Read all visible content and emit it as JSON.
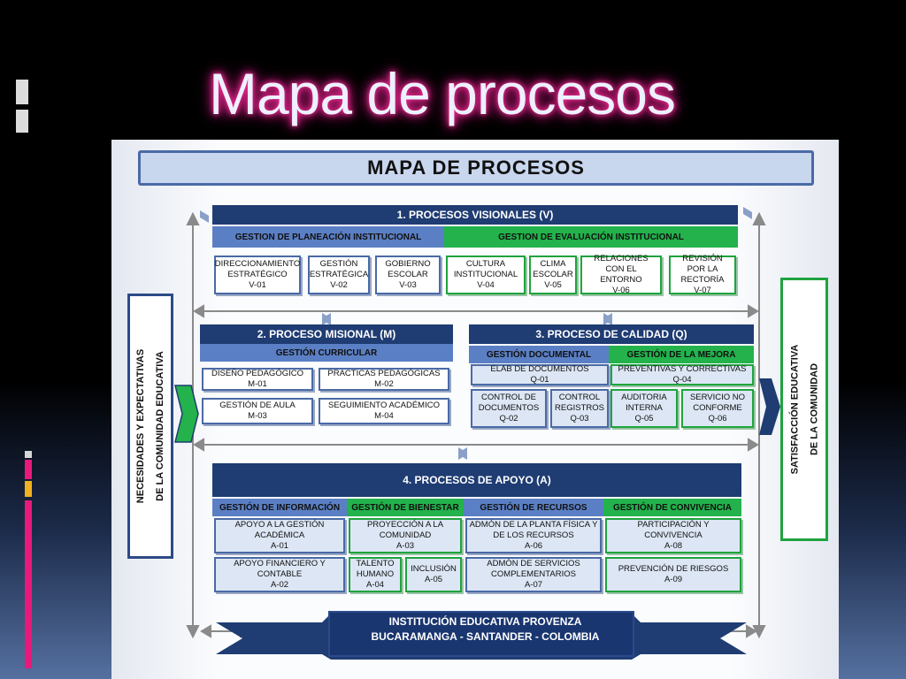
{
  "slide": {
    "title": "Mapa de procesos"
  },
  "diagram": {
    "title": "MAPA DE PROCESOS",
    "left_side": {
      "line1": "NECESIDADES     Y     EXPECTATIVAS",
      "line2": "DE   LA   COMUNIDAD   EDUCATIVA"
    },
    "right_side": {
      "line1": "SATISFACCIÓN     EDUCATIVA",
      "line2": "DE    LA    COMUNIDAD"
    },
    "visionales": {
      "header": "1.  PROCESOS VISIONALES  (V)",
      "sub_planeacion": "GESTION   DE PLANEACIÓN  INSTITUCIONAL",
      "sub_evaluacion": "GESTION   DE EVALUACIÓN   INSTITUCIONAL",
      "items": [
        {
          "name": "DIRECCIONAMIENTO ESTRATÉGICO",
          "code": "V-01"
        },
        {
          "name": "GESTIÓN ESTRATÉGICA",
          "code": "V-02"
        },
        {
          "name": "GOBIERNO ESCOLAR",
          "code": "V-03"
        },
        {
          "name": "CULTURA INSTITUCIONAL",
          "code": "V-04"
        },
        {
          "name": "CLIMA ESCOLAR",
          "code": "V-05"
        },
        {
          "name": "RELACIONES  CON EL ENTORNO",
          "code": "V-06"
        },
        {
          "name": "REVISIÓN POR LA RECTORÍA",
          "code": "V-07"
        }
      ]
    },
    "misional": {
      "header": "2. PROCESO MISIONAL  (M)",
      "sub": "GESTIÓN  CURRICULAR",
      "items": [
        {
          "name": "DISEÑO PEDAGÓGICO",
          "code": "M-01"
        },
        {
          "name": "PRACTICAS PEDAGÓGICAS",
          "code": "M-02"
        },
        {
          "name": "GESTIÓN  DE AULA",
          "code": "M-03"
        },
        {
          "name": "SEGUIMIENTO ACADÉMICO",
          "code": "M-04"
        }
      ]
    },
    "calidad": {
      "header": "3. PROCESO DE CALIDAD (Q)",
      "sub_documental": "GESTIÓN   DOCUMENTAL",
      "sub_mejora": "GESTIÓN  DE LA MEJORA",
      "items": [
        {
          "name": "ELAB DE DOCUMENTOS",
          "code": "Q-01"
        },
        {
          "name": "PREVENTIVAS  Y  CORRECTIVAS",
          "code": "Q-04"
        },
        {
          "name": "CONTROL DE DOCUMENTOS",
          "code": "Q-02"
        },
        {
          "name": "CONTROL REGISTROS",
          "code": "Q-03"
        },
        {
          "name": "AUDITORIA INTERNA",
          "code": "Q-05"
        },
        {
          "name": "SERVICIO  NO CONFORME",
          "code": "Q-06"
        }
      ]
    },
    "apoyo": {
      "header": "4. PROCESOS DE APOYO (A)",
      "sub_informacion": "GESTIÓN   DE INFORMACIÓN",
      "sub_bienestar": "GESTIÓN  DE  BIENESTAR",
      "sub_recursos": "GESTIÓN  DE  RECURSOS",
      "sub_convivencia": "GESTIÓN  DE  CONVIVENCIA",
      "items": [
        {
          "name": "APOYO A LA GESTIÓN ACADÉMICA",
          "code": "A-01"
        },
        {
          "name": "PROYECCIÓN A LA COMUNIDAD",
          "code": "A-03"
        },
        {
          "name": "ADMÓN DE LA PLANTA FÍSICA  Y  DE LOS RECURSOS",
          "code": "A-06"
        },
        {
          "name": "PARTICIPACIÓN  Y CONVIVENCIA",
          "code": "A-08"
        },
        {
          "name": "APOYO FINANCIERO Y CONTABLE",
          "code": "A-02"
        },
        {
          "name": "TALENTO HUMANO",
          "code": "A-04"
        },
        {
          "name": "INCLUSIÓN",
          "code": "A-05"
        },
        {
          "name": "ADMÓN DE SERVICIOS COMPLEMENTARIOS",
          "code": "A-07"
        },
        {
          "name": "PREVENCIÓN DE RIESGOS",
          "code": "A-09"
        }
      ]
    },
    "banner": {
      "line1": "INSTITUCIÓN EDUCATIVA PROVENZA",
      "line2": "BUCARAMANGA   -   SANTANDER   -   COLOMBIA"
    },
    "colors": {
      "dark_blue": "#1f3c73",
      "mid_blue": "#5b7fc4",
      "green": "#23b24c",
      "title_glow": "#ff2d9a"
    }
  }
}
